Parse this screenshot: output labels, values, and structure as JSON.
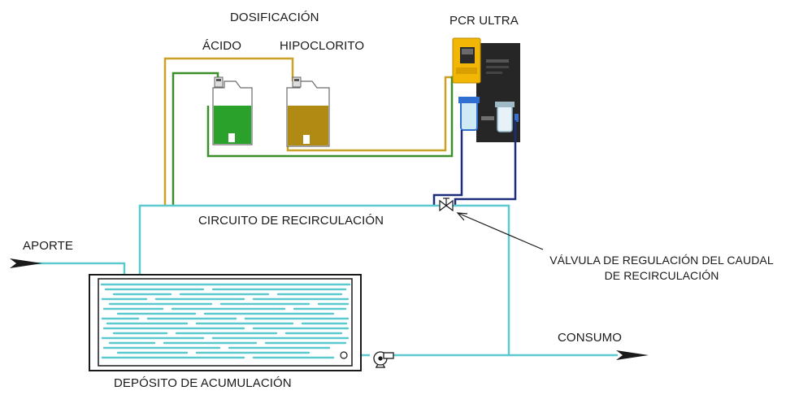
{
  "labels": {
    "dosificacion": "DOSIFICACIÓN",
    "acido": "ÁCIDO",
    "hipoclorito": "HIPOCLORITO",
    "pcr_ultra": "PCR ULTRA",
    "circuito": "CIRCUITO DE RECIRCULACIÓN",
    "aporte": "APORTE",
    "consumo": "CONSUMO",
    "deposito": "DEPÓSITO DE ACUMULACIÓN",
    "valvula_line1": "VÁLVULA DE REGULACIÓN DEL CAUDAL",
    "valvula_line2": "DE RECIRCULACIÓN"
  },
  "colors": {
    "water": "#5cc9cf",
    "acid_tank": "#2aa12a",
    "hypo_tank": "#b08a12",
    "acid_line": "#3a8f2a",
    "hypo_line": "#c9a227",
    "controller": "#f2b705",
    "blue_line": "#1c2e7a",
    "panel": "#262626"
  },
  "icons": {
    "controller": "controller-unit-icon",
    "valve": "valve-icon",
    "pump": "pump-icon"
  }
}
